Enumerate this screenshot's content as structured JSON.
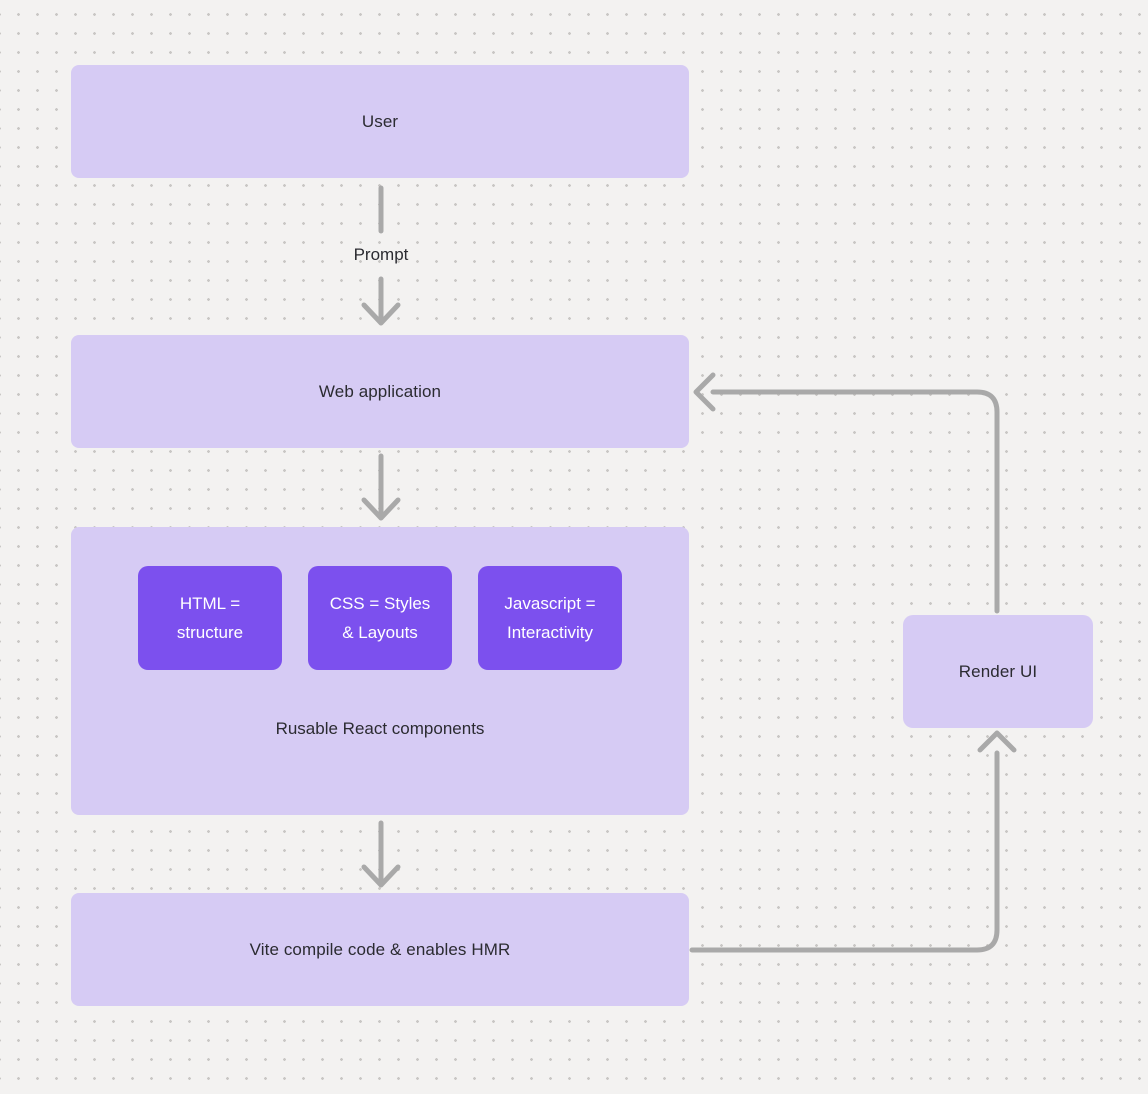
{
  "diagram": {
    "nodes": {
      "user": {
        "label": "User"
      },
      "web_application": {
        "label": "Web application"
      },
      "components_group": {
        "label": "Rusable React components",
        "children": [
          {
            "label": "HTML = structure"
          },
          {
            "label": "CSS = Styles & Layouts"
          },
          {
            "label": "Javascript = Interactivity"
          }
        ]
      },
      "vite": {
        "label": "Vite compile code & enables HMR"
      },
      "render_ui": {
        "label": "Render UI"
      }
    },
    "edges": {
      "prompt_label": "Prompt"
    },
    "colors": {
      "background": "#f3f2f1",
      "grid_dot": "#c9c7c5",
      "node_fill": "#d6cbf4",
      "inner_node_fill": "#7c50ee",
      "inner_node_text": "#ffffff",
      "node_text": "#2b2b31",
      "arrow": "#a9a9a9"
    }
  }
}
